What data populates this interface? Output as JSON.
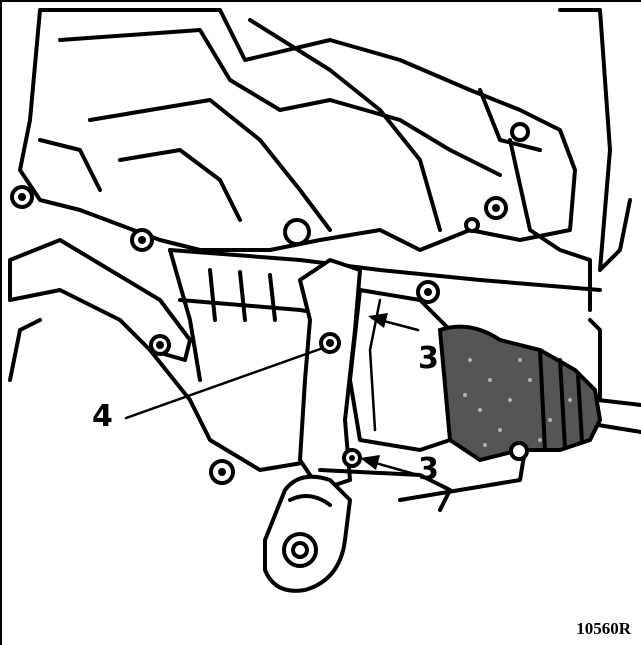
{
  "figure": {
    "callouts": [
      "3",
      "3",
      "4"
    ],
    "reference": "10560R"
  },
  "colors": {
    "ink": "#000000",
    "paper": "#ffffff"
  }
}
